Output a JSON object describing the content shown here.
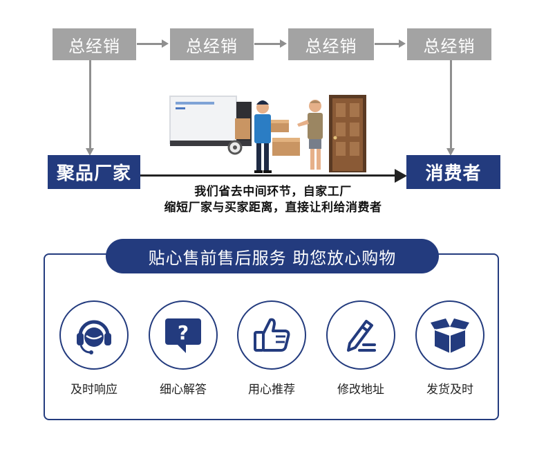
{
  "distributors": [
    "总经销",
    "总经销",
    "总经销",
    "总经销"
  ],
  "factory_label": "聚品厂家",
  "consumer_label": "消费者",
  "slogan": {
    "line1": "我们省去中间环节，自家工厂",
    "line2": "缩短厂家与买家距离，直接让利给消费者"
  },
  "service": {
    "title": "贴心售前售后服务 助您放心购物",
    "items": [
      {
        "label": "及时响应",
        "icon": "headset-icon"
      },
      {
        "label": "细心解答",
        "icon": "question-bubble-icon"
      },
      {
        "label": "用心推荐",
        "icon": "thumbs-up-icon"
      },
      {
        "label": "修改地址",
        "icon": "edit-pen-icon"
      },
      {
        "label": "发货及时",
        "icon": "open-box-icon"
      }
    ]
  },
  "colors": {
    "navy": "#233b7e",
    "gray_box": "#a3a3a3",
    "arrow_gray": "#8f8f8f"
  }
}
